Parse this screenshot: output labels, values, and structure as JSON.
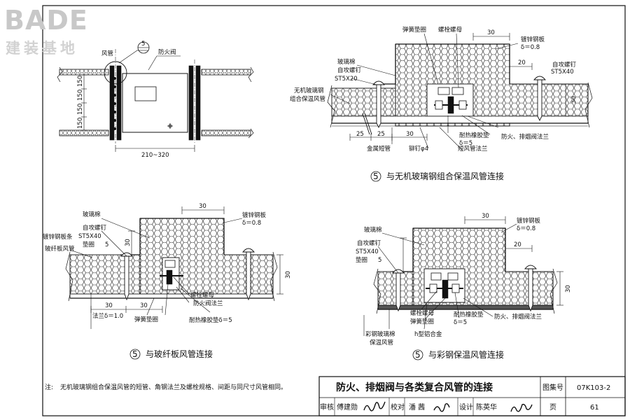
{
  "logo": {
    "brand": "BADE",
    "tagline": "建装基地"
  },
  "top_left": {
    "labels": {
      "duct": "风管",
      "damper": "防火阀",
      "detail_mark": "5"
    },
    "dims_vertical": [
      "150",
      "150",
      "150",
      "150"
    ],
    "dim_bottom": "210~320"
  },
  "detail1": {
    "caption_num": "5",
    "caption": "与无机玻璃钢组合保温风管连接",
    "labels": {
      "spring_washer": "弹簧垫圈",
      "bolt_nut": "螺栓螺母",
      "galv_plate": "镀锌钢板",
      "delta": "δ＝0.8",
      "glass_wool": "玻璃棉",
      "screw": "自攻螺钉",
      "screw_spec": "ST5X20",
      "screw2": "自攻螺钉",
      "screw2_spec": "ST5X40",
      "duct_name1": "无机玻璃钢",
      "duct_name2": "组合保温风管",
      "rubber": "耐热橡胶垫",
      "rubber_delta": "δ＝5",
      "flange": "防火、排烟阀法兰",
      "metal_pipe": "金属短管",
      "rivet": "铆钉φ4",
      "angle_flange": "短风管法兰"
    },
    "dims": {
      "d30a": "30",
      "d20": "20",
      "d30v": "30",
      "d25a": "25",
      "d25b": "25",
      "d30b": "30"
    }
  },
  "detail2": {
    "caption_num": "5",
    "caption": "与玻纤板风管连接",
    "labels": {
      "glass_wool": "玻璃棉",
      "screw": "自攻螺钉",
      "screw_spec": "ST5X40",
      "washer": "垫圈",
      "washer_size": "5",
      "galv_strip": "镀锌钢板条",
      "duct": "玻纤板风管",
      "galv_plate": "镀锌钢板",
      "delta": "δ＝0.8",
      "bolt_nut": "螺栓螺母",
      "flange": "防火阀法兰",
      "rubber": "耐热橡胶垫δ＝5",
      "spring_washer": "弹簧垫圈",
      "flange_delta": "法兰δ＝1.0"
    },
    "dims": {
      "top30": "30",
      "v30": "30",
      "v30b": "30",
      "b30a": "30",
      "b30b": "30"
    }
  },
  "detail3": {
    "caption_num": "5",
    "caption": "与彩钢保温风管连接",
    "labels": {
      "glass_wool": "玻璃棉",
      "screw": "自攻螺钉",
      "screw_spec": "ST5X40",
      "washer": "垫圈",
      "washer_size": "5",
      "galv_plate": "镀锌钢板",
      "delta": "δ＝0.8",
      "bolt_nut": "螺栓螺母",
      "spring_washer": "弹簧垫圈",
      "rubber": "耐热橡胶垫",
      "rubber_delta": "δ＝5",
      "flange": "防火、排烟阀法兰",
      "duct1": "彩钢玻璃棉",
      "duct2": "保温风管",
      "h_profile": "h型铝合金"
    },
    "dims": {
      "top30": "30",
      "d20": "20",
      "v30": "30"
    }
  },
  "note": {
    "prefix": "注:",
    "text": "无机玻璃钢组合保温风管的短管、角钢法兰及螺栓规格、间距与同尺寸风管相同。"
  },
  "title_block": {
    "title": "防火、排烟阀与各类复合风管的连接",
    "atlas_label": "图集号",
    "atlas_no": "07K103-2",
    "review_label": "审核",
    "reviewer": "傅建勋",
    "check_label": "校对",
    "checker": "潘 茜",
    "design_label": "设计",
    "designer": "陈英华",
    "page_label": "页",
    "page_no": "61"
  },
  "colors": {
    "line": "#111111",
    "logo": "#c8c8c8",
    "paper": "#ffffff"
  }
}
